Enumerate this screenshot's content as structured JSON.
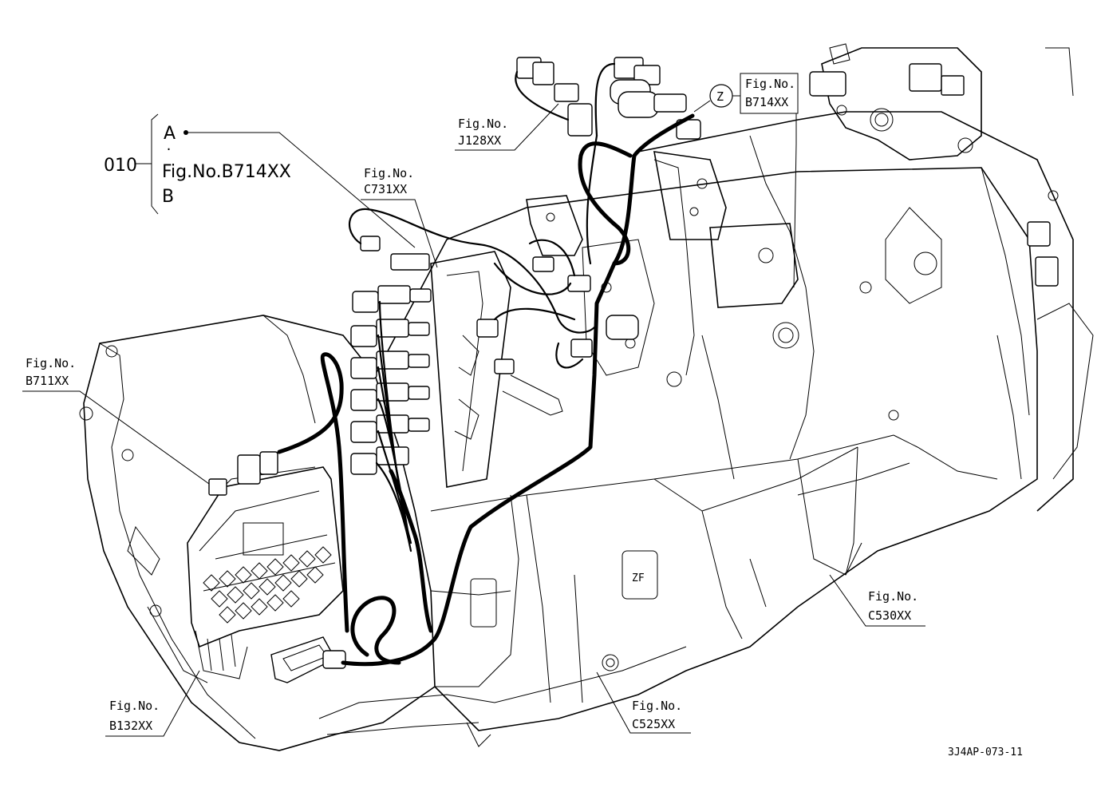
{
  "title_block": {
    "index": "010",
    "top_letter": "A",
    "dot": "·",
    "reference": "Fig.No.B714XX",
    "bottom_letter": "B"
  },
  "callouts": [
    {
      "id": "c731",
      "line1": "Fig.No.",
      "line2": "C731XX"
    },
    {
      "id": "j128",
      "line1": "Fig.No.",
      "line2": "J128XX"
    },
    {
      "id": "b714",
      "line1": "Fig.No.",
      "line2": "B714XX",
      "marker": "Z"
    },
    {
      "id": "b711",
      "line1": "Fig.No.",
      "line2": "B711XX"
    },
    {
      "id": "c530",
      "line1": "Fig.No.",
      "line2": "C530XX"
    },
    {
      "id": "c525",
      "line1": "Fig.No.",
      "line2": "C525XX"
    },
    {
      "id": "b132",
      "line1": "Fig.No.",
      "line2": "B132XX"
    }
  ],
  "drawing_number": "3J4AP-073-11"
}
